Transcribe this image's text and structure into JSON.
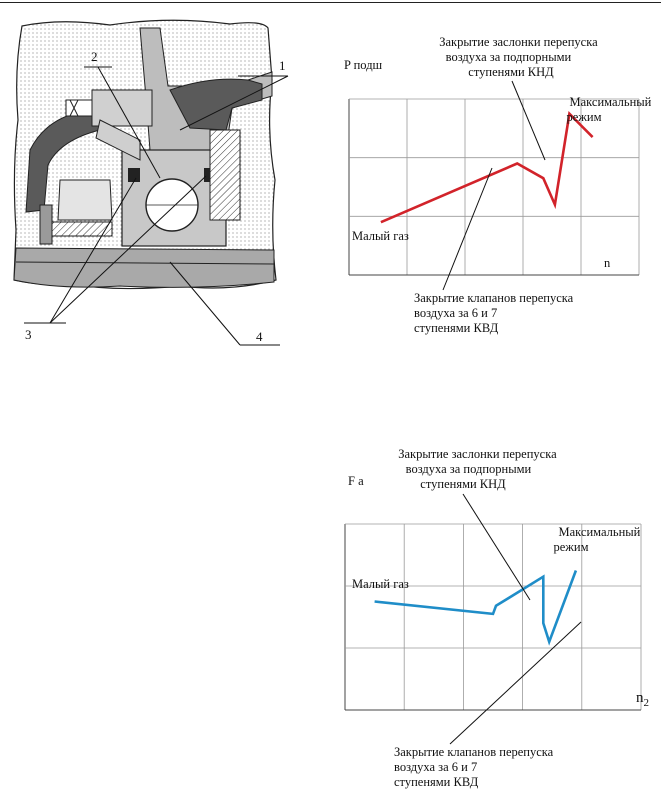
{
  "colors": {
    "line1": "#d2232a",
    "line2": "#1f8dc8",
    "grid": "#9a9a9a",
    "ink": "#111111"
  },
  "drawing": {
    "callouts": [
      "1",
      "2",
      "3",
      "4"
    ]
  },
  "chart_data": [
    {
      "type": "line",
      "ylabel": "P подш",
      "xlabel": "n",
      "xlim": [
        0,
        5
      ],
      "ylim": [
        0,
        3
      ],
      "grid": true,
      "series": [
        {
          "color": "#d2232a",
          "x": [
            0.55,
            2.9,
            3.35,
            3.55,
            3.8,
            4.2
          ],
          "y": [
            0.9,
            1.9,
            1.65,
            1.2,
            2.75,
            2.35
          ]
        }
      ],
      "annotations": [
        {
          "lines": [
            "Закрытие заслонки перепуска",
            "воздуха за подпорными",
            "ступенями КНД"
          ]
        },
        {
          "lines": [
            "Максимальный",
            "режим"
          ]
        },
        {
          "lines": [
            "Малый газ"
          ]
        },
        {
          "lines": [
            "Закрытие клапанов перепуска",
            "воздуха за 6 и 7",
            "ступенями КВД"
          ]
        }
      ]
    },
    {
      "type": "line",
      "ylabel": "F а",
      "xlabel": "n",
      "xlabel_sub": "2",
      "xlim": [
        0,
        5
      ],
      "ylim": [
        0,
        3
      ],
      "grid": true,
      "series": [
        {
          "color": "#1f8dc8",
          "x": [
            0.5,
            2.5,
            2.55,
            3.35,
            3.35,
            3.45,
            3.9
          ],
          "y": [
            1.75,
            1.55,
            1.68,
            2.15,
            1.4,
            1.1,
            2.25
          ]
        }
      ],
      "annotations": [
        {
          "lines": [
            "Закрытие заслонки перепуска",
            "воздуха за подпорными",
            "ступенями КНД"
          ]
        },
        {
          "lines": [
            "Максимальный",
            "режим"
          ]
        },
        {
          "lines": [
            "Малый газ"
          ]
        },
        {
          "lines": [
            "Закрытие клапанов перепуска",
            "воздуха за 6 и 7",
            "ступенями КВД"
          ]
        }
      ]
    }
  ]
}
